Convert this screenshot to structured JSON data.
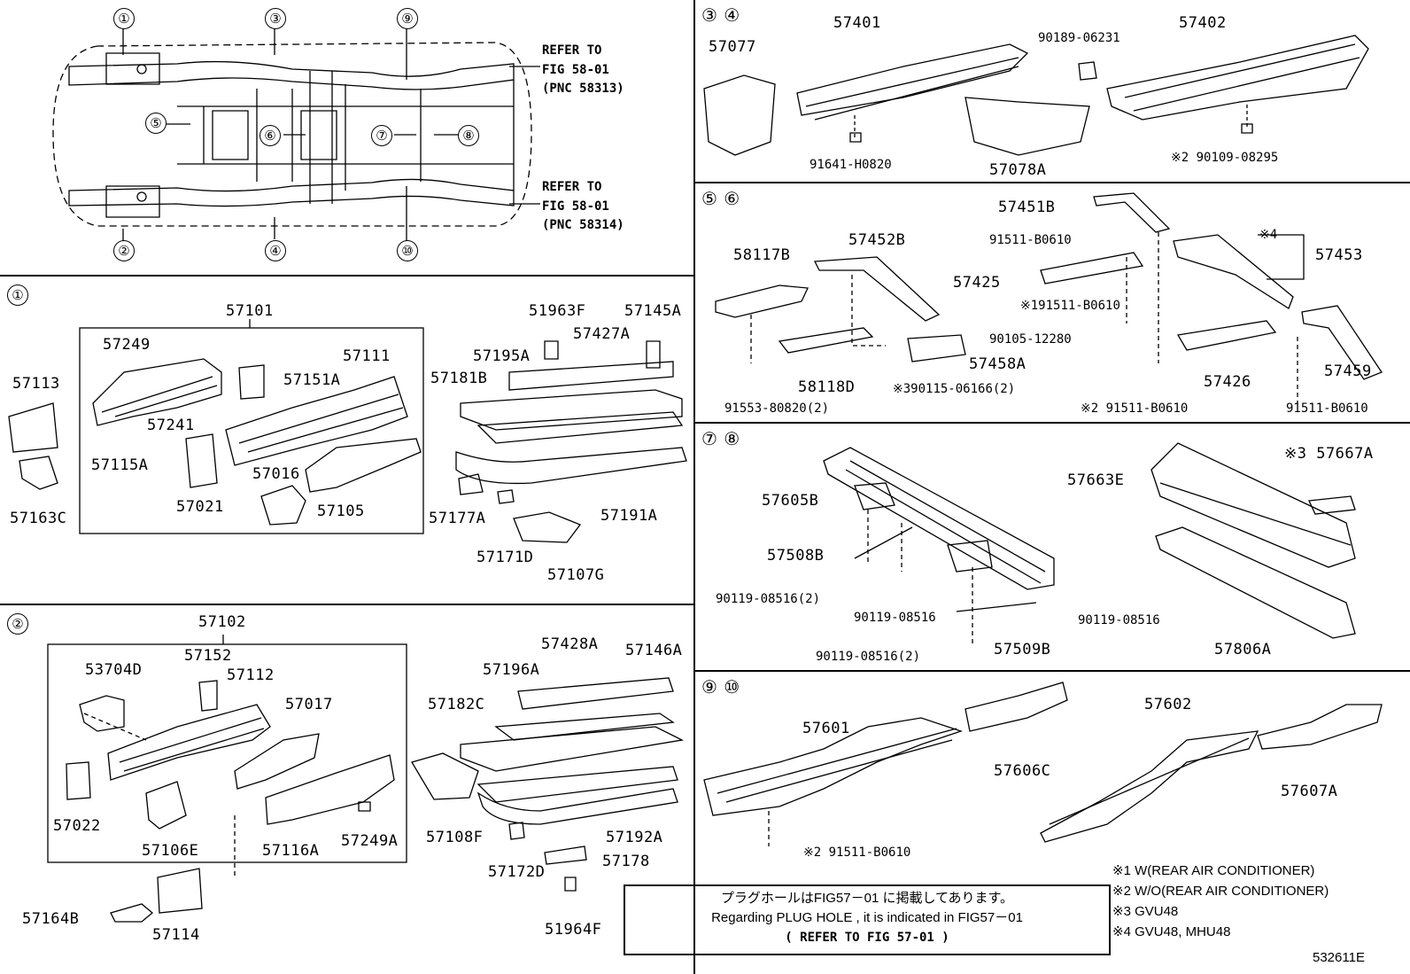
{
  "overview": {
    "refer_top": [
      "REFER TO",
      "FIG 58-01",
      "(PNC 58313)"
    ],
    "refer_bottom": [
      "REFER TO",
      "FIG 58-01",
      "(PNC 58314)"
    ],
    "circles": [
      "①",
      "②",
      "③",
      "④",
      "⑤",
      "⑥",
      "⑦",
      "⑧",
      "⑨",
      "⑩"
    ]
  },
  "section1": {
    "marker": "①",
    "labels": [
      "57101",
      "57249",
      "57111",
      "57151A",
      "57113",
      "57241",
      "57115A",
      "57016",
      "57021",
      "57105",
      "57163C",
      "51963F",
      "57145A",
      "57427A",
      "57195A",
      "57181B",
      "57177A",
      "57191A",
      "57171D",
      "57107G"
    ]
  },
  "section2": {
    "marker": "②",
    "labels": [
      "57102",
      "57152",
      "57112",
      "53704D",
      "57017",
      "57022",
      "57106E",
      "57116A",
      "57249A",
      "57164B",
      "57114",
      "57428A",
      "57146A",
      "57196A",
      "57182C",
      "57108F",
      "57192A",
      "57172D",
      "57178",
      "51964F"
    ]
  },
  "section34": {
    "marker": "③ ④",
    "labels": [
      "57077",
      "57401",
      "90189-06231",
      "57402",
      "91641-H0820",
      "57078A",
      "※2 90109-08295"
    ]
  },
  "section56": {
    "marker": "⑤ ⑥",
    "labels": [
      "57451B",
      "91511-B0610",
      "※4",
      "57453",
      "58117B",
      "57452B",
      "57425",
      "※191511-B0610",
      "90105-12280",
      "57458A",
      "58118D",
      "※390115-06166(2)",
      "57426",
      "57459",
      "91553-80820(2)",
      "※2 91511-B0610",
      "91511-B0610"
    ]
  },
  "section78": {
    "marker": "⑦ ⑧",
    "labels": [
      "※3 57667A",
      "57663E",
      "57605B",
      "57508B",
      "90119-08516(2)",
      "90119-08516",
      "90119-08516",
      "57509B",
      "90119-08516(2)",
      "57806A"
    ]
  },
  "section910": {
    "marker": "⑨ ⑩",
    "labels": [
      "57601",
      "57606C",
      "57602",
      "57607A",
      "※2 91511-B0610"
    ]
  },
  "note": {
    "jp": "プラグホールはFIG57－01 に掲載してあります。",
    "en": "Regarding  PLUG HOLE , it is indicated in FIG57－01",
    "ref": "(   REFER TO FIG 57-01 )"
  },
  "footnotes": [
    "※1 W(REAR AIR CONDITIONER)",
    "※2 W/O(REAR AIR CONDITIONER)",
    "※3 GVU48",
    "※4 GVU48, MHU48"
  ],
  "code": "532611E"
}
